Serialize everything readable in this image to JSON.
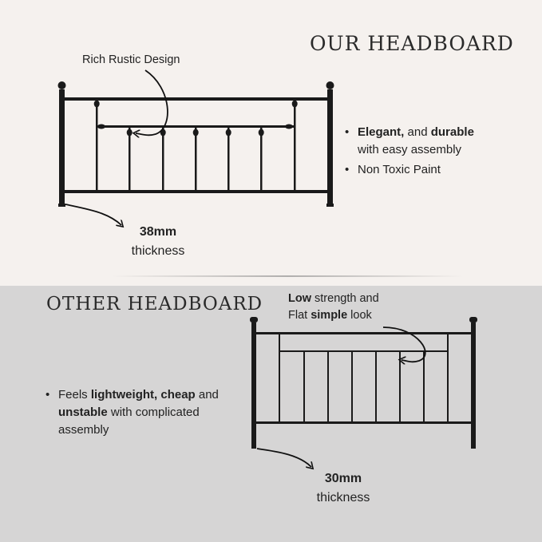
{
  "ours": {
    "title": "OUR HEADBOARD",
    "design_note": "Rich Rustic Design",
    "bullets": [
      {
        "bold": "Elegant,",
        "text_a": " and ",
        "bold2": "durable",
        "text_b": "with easy assembly"
      },
      {
        "text": "Non Toxic Paint"
      }
    ],
    "thickness_value": "38mm",
    "thickness_label": "thickness"
  },
  "other": {
    "title": "OTHER HEADBOARD",
    "note_line1_bold": "Low",
    "note_line1_text": " strength and",
    "note_line2_text": "Flat ",
    "note_line2_bold": "simple",
    "note_line2_end": " look",
    "bullet": {
      "text_a": "Feels ",
      "bold_a": "lightweight, cheap",
      "text_b": " and",
      "bold_b": "unstable",
      "text_c": " with complicated",
      "text_d": "assembly"
    },
    "thickness_value": "30mm",
    "thickness_label": "thickness"
  },
  "colors": {
    "top_bg": "#f5f1ee",
    "bottom_bg": "#d6d5d5",
    "metal": "#1a1a1a"
  }
}
